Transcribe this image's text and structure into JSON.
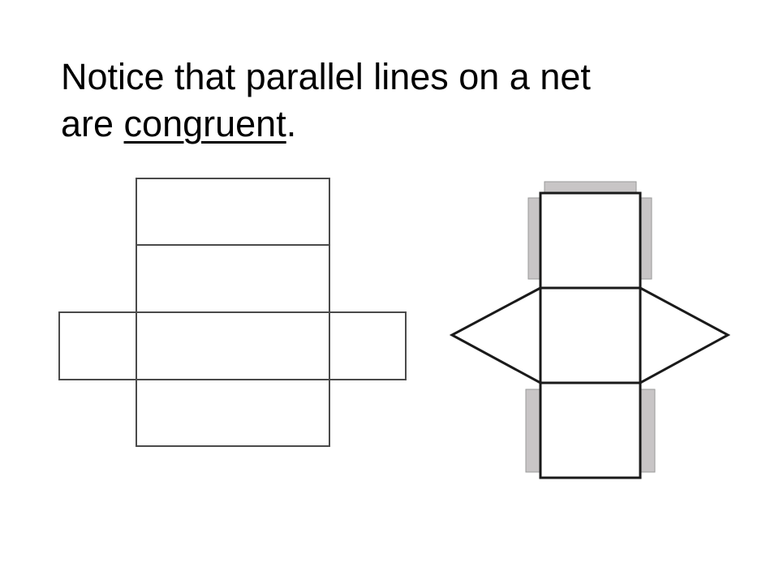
{
  "title": {
    "part1": "Notice that parallel lines on a net",
    "part2": "are ",
    "underlined": "congruent",
    "part3": "."
  },
  "colors": {
    "text": "#000000",
    "net_stroke": "#4a4a4a",
    "prism_stroke": "#1a1a1a",
    "tab_fill": "#c8c5c6",
    "tab_stroke": "#9a9a9a"
  }
}
